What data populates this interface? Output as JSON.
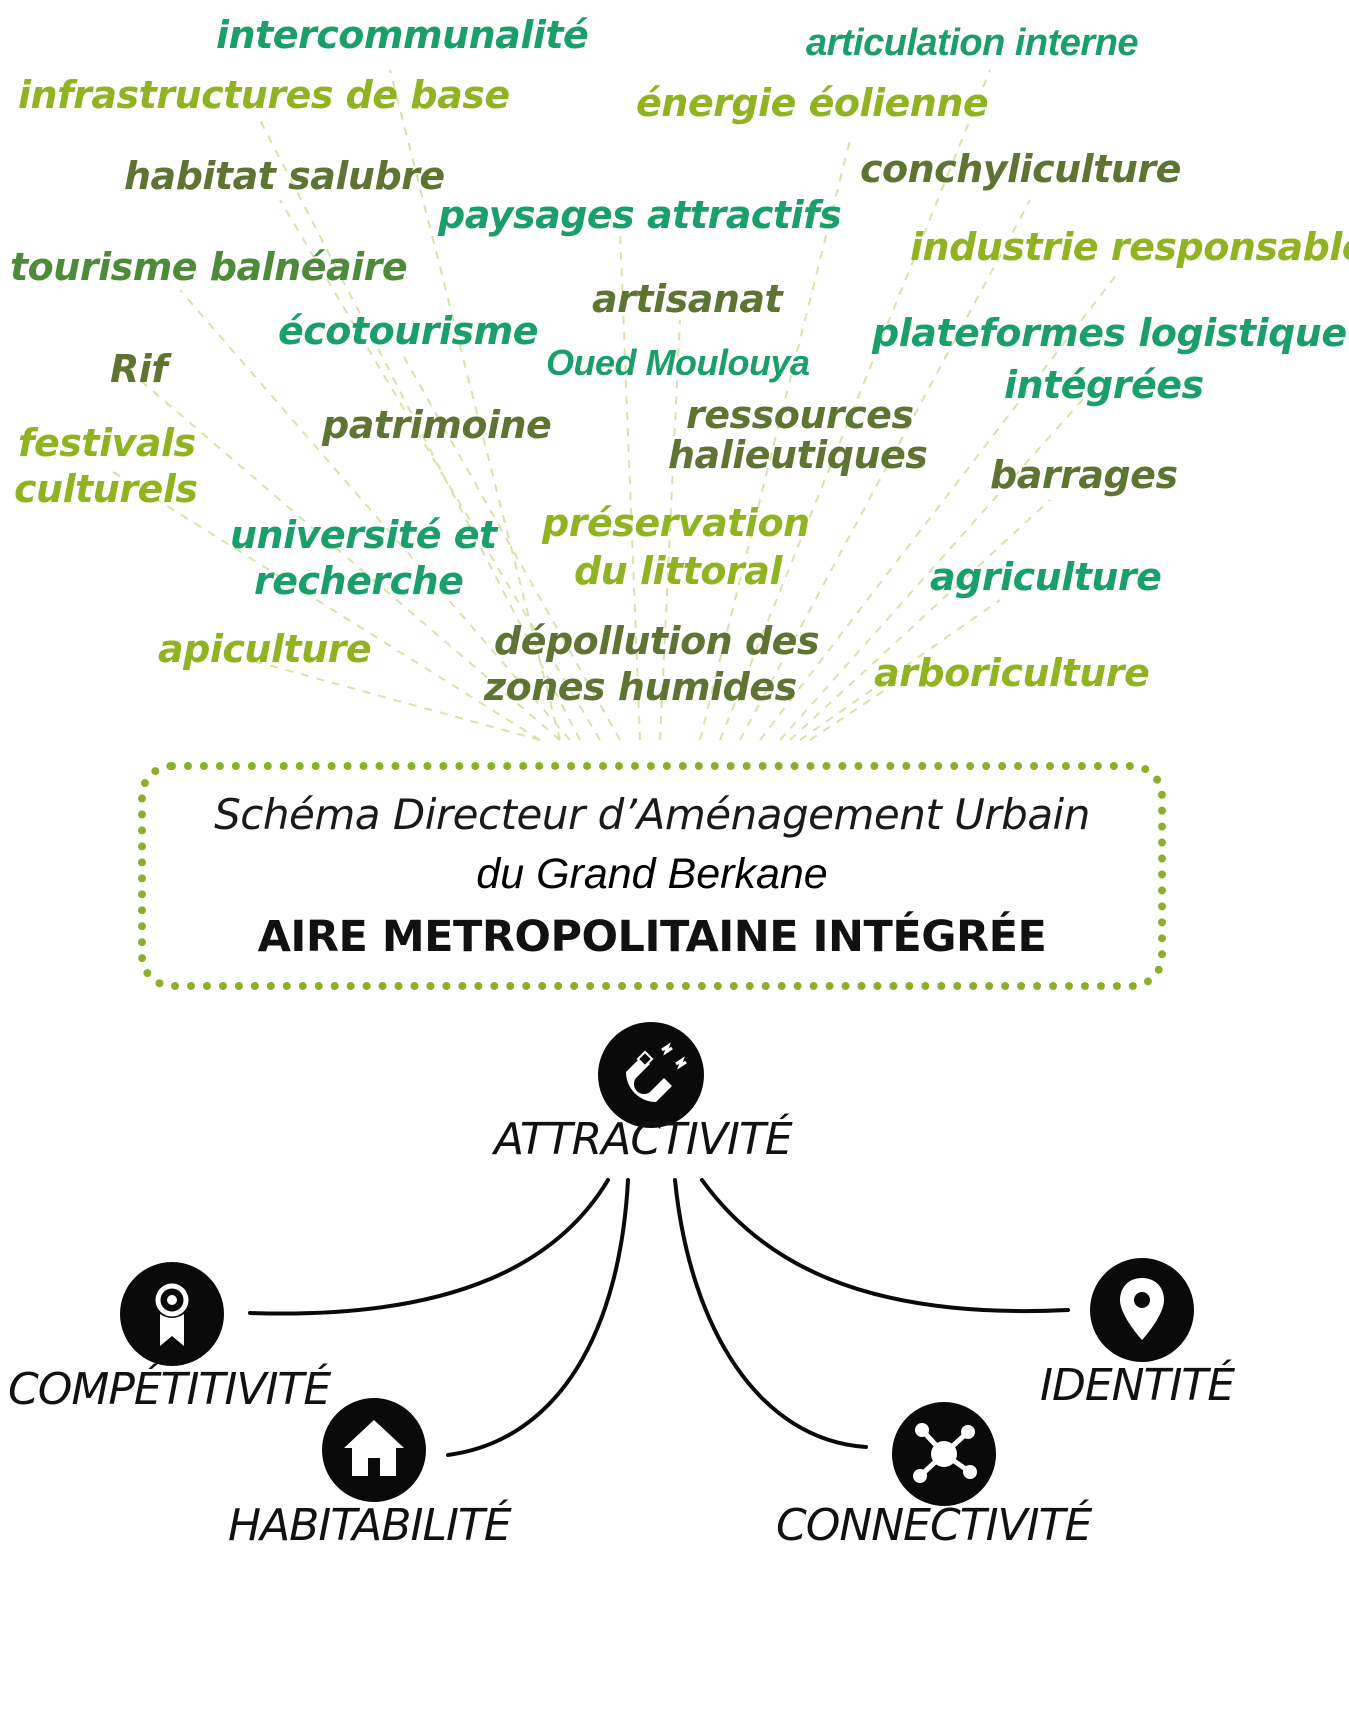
{
  "keywords": {
    "intercommunalite": "intercommunalité",
    "articulation_interne": "articulation interne",
    "infrastructures_de_base": "infrastructures de base",
    "energie_eolienne": "énergie éolienne",
    "habitat_salubre": "habitat salubre",
    "conchyliculture": "conchyliculture",
    "paysages_attractifs": "paysages attractifs",
    "industrie_responsable": "industrie responsable",
    "tourisme_balneaire": "tourisme balnéaire",
    "artisanat": "artisanat",
    "ecotourisme": "écotourisme",
    "plateformes_logistique_1": "plateformes logistique",
    "plateformes_logistique_2": "intégrées",
    "oued_moulouya": "Oued Moulouya",
    "rif": "Rif",
    "patrimoine": "patrimoine",
    "ressources_halieutiques_1": "ressources",
    "ressources_halieutiques_2": "halieutiques",
    "festivals_culturels_1": "festivals",
    "festivals_culturels_2": "culturels",
    "barrages": "barrages",
    "universite_recherche_1": "université et",
    "universite_recherche_2": "recherche",
    "preservation_littoral_1": "préservation",
    "preservation_littoral_2": "du littoral",
    "agriculture": "agriculture",
    "apiculture": "apiculture",
    "depollution_1": "dépollution des",
    "depollution_2": "zones humides",
    "arboriculture": "arboriculture"
  },
  "title_box": {
    "line1": "Schéma Directeur d’Aménagement Urbain",
    "line2": "du Grand Berkane",
    "line3": "AIRE METROPOLITAINE INTÉGRÉE"
  },
  "pillars": {
    "attractivite": "ATTRACTIVITÉ",
    "competitivite": "COMPÉTITIVITÉ",
    "habitabilite": "HABITABILITÉ",
    "identite": "IDENTITÉ",
    "connectivite": "CONNECTIVITÉ"
  },
  "icons": {
    "attractivite": "magnet-icon",
    "competitivite": "award-ribbon-icon",
    "habitabilite": "house-icon",
    "identite": "location-pin-icon",
    "connectivite": "network-nodes-icon"
  },
  "colors": {
    "teal": "#1a9e6a",
    "lime": "#8fb321",
    "olive": "#5e7432",
    "box_border": "#8cae2a",
    "icon_fill": "#0a0a0a"
  }
}
